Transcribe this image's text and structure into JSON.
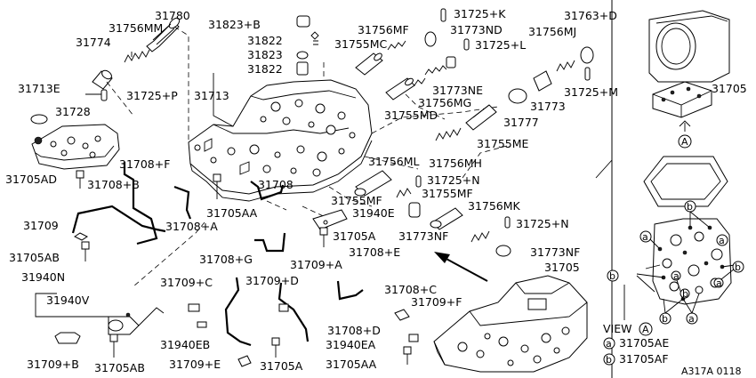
{
  "part_labels": [
    "31780",
    "31756MM",
    "31774",
    "31725+P",
    "31713E",
    "31728",
    "31713",
    "31705AD",
    "31708+F",
    "31708+B",
    "31709",
    "31705AB",
    "31708+A",
    "31705AA",
    "31708",
    "31823+B",
    "31822",
    "31823",
    "31822",
    "31756MF",
    "31755MC",
    "31725+K",
    "31773ND",
    "31725+L",
    "31756MJ",
    "31763+D",
    "31773NE",
    "31756MG",
    "31755MD",
    "31777",
    "31773",
    "31725+M",
    "31755ME",
    "31756MH",
    "31756ML",
    "31725+N",
    "31755MF",
    "31755MF",
    "31756MK",
    "31725+N",
    "31940E",
    "31705A",
    "31773NF",
    "31773NF",
    "31709+A",
    "31708+E",
    "31708+G",
    "31709+C",
    "31709+D",
    "31708+C",
    "31709+F",
    "31708+D",
    "31940N",
    "31940V",
    "31940EB",
    "31940EA",
    "31709+B",
    "31705AB",
    "31709+E",
    "31705A",
    "31705AA",
    "31705",
    "31705"
  ],
  "view": {
    "title": "VIEW",
    "view_letter": "A",
    "legend": [
      {
        "marker": "a",
        "code": "31705AE"
      },
      {
        "marker": "b",
        "code": "31705AF"
      }
    ]
  },
  "view_marker": "A",
  "callout_markers": [
    "a",
    "a",
    "a",
    "a",
    "a",
    "b",
    "b",
    "b",
    "b",
    "b"
  ],
  "figure_code": "A317A 0118"
}
